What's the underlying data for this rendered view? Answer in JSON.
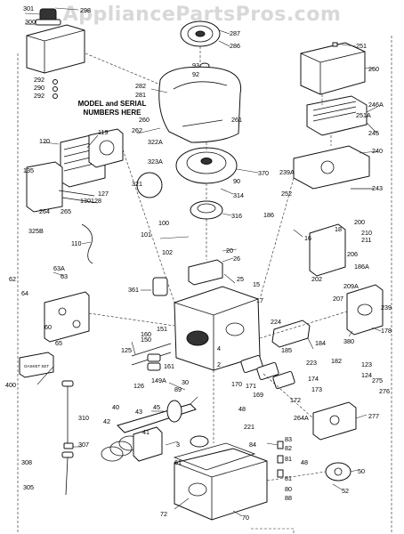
{
  "watermark": "AppliancePartsPros.com",
  "note": {
    "line1": "MODEL and SERIAL",
    "line2": "NUMBERS HERE"
  },
  "gasket_set_label": "GASKET SET",
  "callouts": {
    "c301": "301",
    "c298": "298",
    "c300": "300",
    "c292a": "292",
    "c290": "290",
    "c292b": "292",
    "c287": "287",
    "c286": "286",
    "c93": "93",
    "c92": "92",
    "c282": "282",
    "c281": "281",
    "c260": "260",
    "c262": "262",
    "c261": "261",
    "c322A": "322A",
    "c323A": "323A",
    "c321": "321",
    "c90": "90",
    "c370": "370",
    "c239A": "239A",
    "c314": "314",
    "c316": "316",
    "c251": "251",
    "c250": "250",
    "c246A": "246A",
    "c251A": "251A",
    "c245": "245",
    "c240": "240",
    "c243": "243",
    "c252": "252",
    "c119": "119",
    "c120": "120",
    "c135": "135",
    "c127": "127",
    "c128": "128",
    "c130": "130",
    "c264": "264",
    "c265": "265",
    "c325B": "325B",
    "c110": "110",
    "c100": "100",
    "c101": "101",
    "c102": "102",
    "c20": "20",
    "c26": "26",
    "c186": "186",
    "c16": "16",
    "c200": "200",
    "c210": "210",
    "c211": "211",
    "c18": "18",
    "c202": "202",
    "c206": "206",
    "c186A": "186A",
    "c209A": "209A",
    "c207": "207",
    "c63A": "63A",
    "c62": "62",
    "c63": "63",
    "c64": "64",
    "c60": "60",
    "c65": "65",
    "c361": "361",
    "c25": "25",
    "c15": "15",
    "c17": "17",
    "c239": "239",
    "c178": "178",
    "c380": "380",
    "c184": "184",
    "c224": "224",
    "c125": "125",
    "c151": "151",
    "c150": "150",
    "c160": "160",
    "c161": "161",
    "c126": "126",
    "c149A": "149A",
    "c2": "2",
    "c4": "4",
    "c185": "185",
    "c223": "223",
    "c182": "182",
    "c123": "123",
    "c124": "124",
    "c275": "275",
    "c276": "276",
    "c277": "277",
    "c400": "400",
    "c30": "30",
    "c89": "89",
    "c170": "170",
    "c171": "171",
    "c169": "169",
    "c172": "172",
    "c174": "174",
    "c173": "173",
    "c264A": "264A",
    "c310": "310",
    "c40": "40",
    "c43": "43",
    "c45": "45",
    "c42": "42",
    "c41": "41",
    "c48": "48",
    "c221": "221",
    "c307": "307",
    "c3": "3",
    "c84": "84",
    "c83": "83",
    "c82": "82",
    "c81a": "81",
    "c48b": "48",
    "c50": "50",
    "c308": "308",
    "c305": "305",
    "c61": "61",
    "c81b": "81",
    "c80": "80",
    "c88": "88",
    "c52": "52",
    "c72": "72",
    "c70": "70"
  }
}
